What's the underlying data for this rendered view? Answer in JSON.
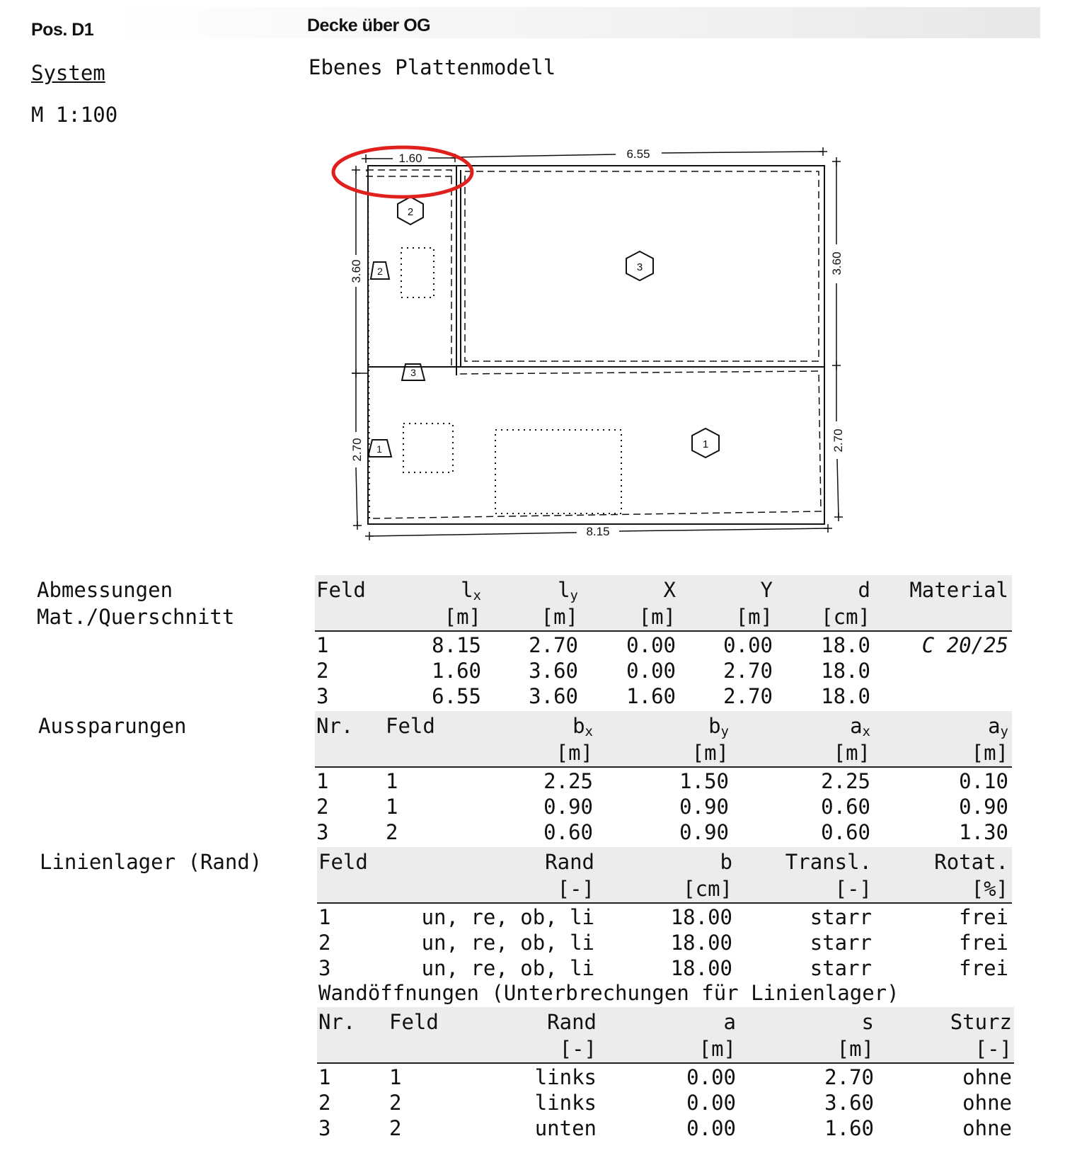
{
  "header": {
    "position": "Pos. D1",
    "title": "Decke über OG",
    "system_label": "System",
    "system_value": "Ebenes Plattenmodell",
    "scale": "M 1:100"
  },
  "drawing": {
    "dimensions": {
      "top_left": "1.60",
      "top_right": "6.55",
      "left_upper": "3.60",
      "left_lower": "2.70",
      "right_upper": "3.60",
      "right_lower": "2.70",
      "bottom": "8.15"
    },
    "field_markers": [
      "1",
      "2",
      "3"
    ],
    "opening_markers": [
      "1",
      "2",
      "3"
    ],
    "highlight_color": "#e0201c"
  },
  "sections": {
    "abmessungen": "Abmessungen",
    "mat_querschnitt": "Mat./Querschnitt",
    "aussparungen": "Aussparungen",
    "linienlager": "Linienlager (Rand)",
    "wandoeffnungen": "Wandöffnungen (Unterbrechungen für Linienlager)"
  },
  "tables": {
    "abmessungen": {
      "headers": [
        {
          "main": "Feld",
          "sub": "",
          "unit": ""
        },
        {
          "main": "l",
          "sub": "x",
          "unit": "[m]"
        },
        {
          "main": "l",
          "sub": "y",
          "unit": "[m]"
        },
        {
          "main": "X",
          "sub": "",
          "unit": "[m]"
        },
        {
          "main": "Y",
          "sub": "",
          "unit": "[m]"
        },
        {
          "main": "d",
          "sub": "",
          "unit": "[cm]"
        },
        {
          "main": "Material",
          "sub": "",
          "unit": ""
        }
      ],
      "rows": [
        [
          "1",
          "8.15",
          "2.70",
          "0.00",
          "0.00",
          "18.0",
          "C 20/25"
        ],
        [
          "2",
          "1.60",
          "3.60",
          "0.00",
          "2.70",
          "18.0",
          ""
        ],
        [
          "3",
          "6.55",
          "3.60",
          "1.60",
          "2.70",
          "18.0",
          ""
        ]
      ]
    },
    "aussparungen": {
      "headers": [
        {
          "main": "Nr.",
          "sub": "",
          "unit": ""
        },
        {
          "main": "Feld",
          "sub": "",
          "unit": ""
        },
        {
          "main": "b",
          "sub": "x",
          "unit": "[m]"
        },
        {
          "main": "b",
          "sub": "y",
          "unit": "[m]"
        },
        {
          "main": "a",
          "sub": "x",
          "unit": "[m]"
        },
        {
          "main": "a",
          "sub": "y",
          "unit": "[m]"
        }
      ],
      "rows": [
        [
          "1",
          "1",
          "2.25",
          "1.50",
          "2.25",
          "0.10"
        ],
        [
          "2",
          "1",
          "0.90",
          "0.90",
          "0.60",
          "0.90"
        ],
        [
          "3",
          "2",
          "0.60",
          "0.90",
          "0.60",
          "1.30"
        ]
      ]
    },
    "linienlager": {
      "headers": [
        {
          "main": "Feld",
          "sub": "",
          "unit": ""
        },
        {
          "main": "Rand",
          "sub": "",
          "unit": "[-]"
        },
        {
          "main": "b",
          "sub": "",
          "unit": "[cm]"
        },
        {
          "main": "Transl.",
          "sub": "",
          "unit": "[-]"
        },
        {
          "main": "Rotat.",
          "sub": "",
          "unit": "[%]"
        }
      ],
      "rows": [
        [
          "1",
          "un, re, ob, li",
          "18.00",
          "starr",
          "frei"
        ],
        [
          "2",
          "un, re, ob, li",
          "18.00",
          "starr",
          "frei"
        ],
        [
          "3",
          "un, re, ob, li",
          "18.00",
          "starr",
          "frei"
        ]
      ]
    },
    "wandoeffnungen": {
      "headers": [
        {
          "main": "Nr.",
          "sub": "",
          "unit": ""
        },
        {
          "main": "Feld",
          "sub": "",
          "unit": ""
        },
        {
          "main": "Rand",
          "sub": "",
          "unit": "[-]"
        },
        {
          "main": "a",
          "sub": "",
          "unit": "[m]"
        },
        {
          "main": "s",
          "sub": "",
          "unit": "[m]"
        },
        {
          "main": "Sturz",
          "sub": "",
          "unit": "[-]"
        }
      ],
      "rows": [
        [
          "1",
          "1",
          "links",
          "0.00",
          "2.70",
          "ohne"
        ],
        [
          "2",
          "2",
          "links",
          "0.00",
          "3.60",
          "ohne"
        ],
        [
          "3",
          "2",
          "unten",
          "0.00",
          "1.60",
          "ohne"
        ]
      ]
    }
  }
}
